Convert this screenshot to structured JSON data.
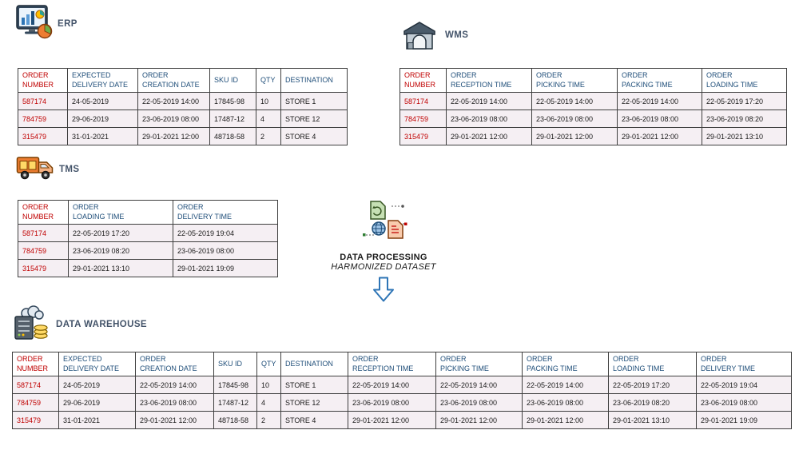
{
  "palette": {
    "header_text": "#1F4E79",
    "order_number_text": "#C00000",
    "row_bg": "#F5EFF3",
    "border": "#3F3F3F",
    "label_text": "#44546A",
    "arrow_stroke": "#2E75B6"
  },
  "icons": {
    "erp": "erp-computer-charts-icon",
    "wms": "warehouse-building-icon",
    "tms": "delivery-truck-icon",
    "processing": "data-transfer-globe-icon",
    "arrow": "down-arrow-icon",
    "warehouse": "database-server-cloud-icon"
  },
  "sections": {
    "erp": {
      "label": "ERP",
      "table": {
        "headers": [
          "ORDER\nNUMBER",
          "EXPECTED\nDELIVERY DATE",
          "ORDER\nCREATION DATE",
          "SKU ID",
          "QTY",
          "DESTINATION"
        ],
        "rows": [
          [
            "587174",
            "24-05-2019",
            "22-05-2019 14:00",
            "17845-98",
            "10",
            "STORE 1"
          ],
          [
            "784759",
            "29-06-2019",
            "23-06-2019 08:00",
            "17487-12",
            "4",
            "STORE 12"
          ],
          [
            "315479",
            "31-01-2021",
            "29-01-2021 12:00",
            "48718-58",
            "2",
            "STORE 4"
          ]
        ]
      }
    },
    "wms": {
      "label": "WMS",
      "table": {
        "headers": [
          "ORDER\nNUMBER",
          "ORDER\nRECEPTION TIME",
          "ORDER\nPICKING TIME",
          "ORDER\nPACKING TIME",
          "ORDER\nLOADING TIME"
        ],
        "rows": [
          [
            "587174",
            "22-05-2019 14:00",
            "22-05-2019 14:00",
            "22-05-2019 14:00",
            "22-05-2019 17:20"
          ],
          [
            "784759",
            "23-06-2019 08:00",
            "23-06-2019 08:00",
            "23-06-2019 08:00",
            "23-06-2019 08:20"
          ],
          [
            "315479",
            "29-01-2021 12:00",
            "29-01-2021 12:00",
            "29-01-2021 12:00",
            "29-01-2021 13:10"
          ]
        ]
      }
    },
    "tms": {
      "label": "TMS",
      "table": {
        "headers": [
          "ORDER\nNUMBER",
          "ORDER\nLOADING TIME",
          "ORDER\nDELIVERY TIME"
        ],
        "rows": [
          [
            "587174",
            "22-05-2019 17:20",
            "22-05-2019 19:04"
          ],
          [
            "784759",
            "23-06-2019 08:20",
            "23-06-2019 08:00"
          ],
          [
            "315479",
            "29-01-2021 13:10",
            "29-01-2021 19:09"
          ]
        ]
      }
    },
    "processing": {
      "title": "DATA PROCESSING",
      "subtitle": "HARMONIZED DATASET"
    },
    "warehouse": {
      "label": "DATA WAREHOUSE",
      "table": {
        "headers": [
          "ORDER\nNUMBER",
          "EXPECTED\nDELIVERY DATE",
          "ORDER\nCREATION DATE",
          "SKU ID",
          "QTY",
          "DESTINATION",
          "ORDER\nRECEPTION TIME",
          "ORDER\nPICKING TIME",
          "ORDER\nPACKING TIME",
          "ORDER\nLOADING TIME",
          "ORDER\nDELIVERY TIME"
        ],
        "rows": [
          [
            "587174",
            "24-05-2019",
            "22-05-2019 14:00",
            "17845-98",
            "10",
            "STORE 1",
            "22-05-2019 14:00",
            "22-05-2019 14:00",
            "22-05-2019 14:00",
            "22-05-2019 17:20",
            "22-05-2019 19:04"
          ],
          [
            "784759",
            "29-06-2019",
            "23-06-2019 08:00",
            "17487-12",
            "4",
            "STORE 12",
            "23-06-2019 08:00",
            "23-06-2019 08:00",
            "23-06-2019 08:00",
            "23-06-2019 08:20",
            "23-06-2019 08:00"
          ],
          [
            "315479",
            "31-01-2021",
            "29-01-2021 12:00",
            "48718-58",
            "2",
            "STORE 4",
            "29-01-2021 12:00",
            "29-01-2021 12:00",
            "29-01-2021 12:00",
            "29-01-2021 13:10",
            "29-01-2021 19:09"
          ]
        ]
      }
    }
  }
}
